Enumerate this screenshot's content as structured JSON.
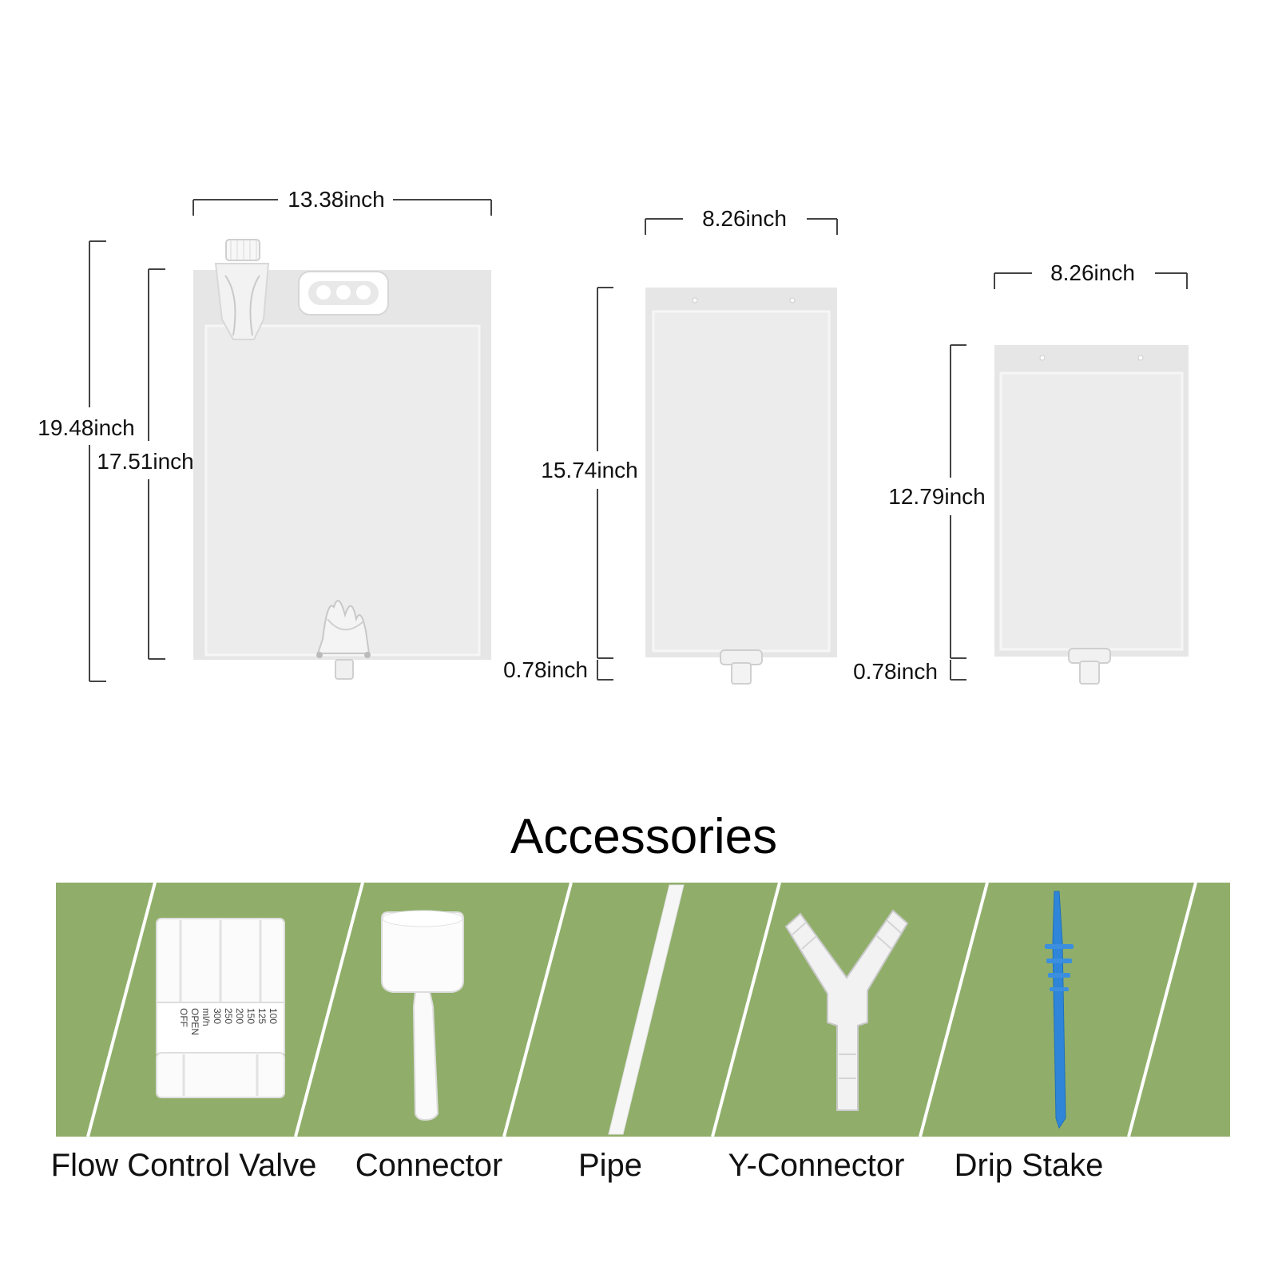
{
  "bags": [
    {
      "name": "large-bag",
      "width_label": "13.38inch",
      "height_total_label": "19.48inch",
      "height_body_label": "17.51inch"
    },
    {
      "name": "medium-bag",
      "width_label": "8.26inch",
      "height_label": "15.74inch",
      "spout_label": "0.78inch"
    },
    {
      "name": "small-bag",
      "width_label": "8.26inch",
      "height_label": "12.79inch",
      "spout_label": "0.78inch"
    }
  ],
  "accessories": {
    "title": "Accessories",
    "items": [
      {
        "label": "Flow Control Valve",
        "icon": "flow-control-valve"
      },
      {
        "label": "Connector",
        "icon": "connector"
      },
      {
        "label": "Pipe",
        "icon": "pipe"
      },
      {
        "label": "Y-Connector",
        "icon": "y-connector"
      },
      {
        "label": "Drip Stake",
        "icon": "drip-stake"
      }
    ],
    "valve_scale": [
      "OFF",
      "OPEN",
      "ml/h",
      "300",
      "250",
      "200",
      "150",
      "125",
      "100"
    ],
    "banner_color": "#90ae6a"
  }
}
